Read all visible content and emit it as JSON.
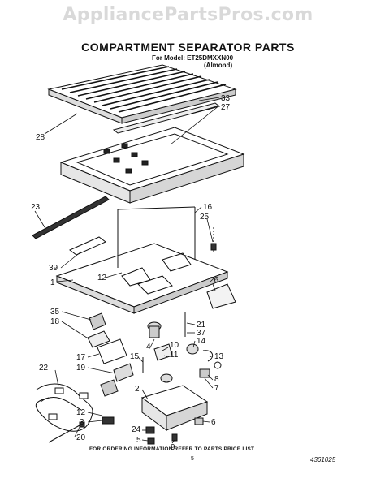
{
  "watermark": "AppliancePartsPros.com",
  "title": "COMPARTMENT SEPARATOR PARTS",
  "model_line1": "For Model: ET25DMXXN00",
  "model_line2": "(Almond)",
  "callouts": [
    "28",
    "33",
    "27",
    "23",
    "16",
    "25",
    "39",
    "12",
    "1",
    "26",
    "35",
    "18",
    "21",
    "37",
    "14",
    "4",
    "10",
    "11",
    "15",
    "13",
    "17",
    "19",
    "22",
    "8",
    "7",
    "2",
    "12",
    "3",
    "6",
    "24",
    "5",
    "20",
    "9"
  ],
  "footer": "FOR ORDERING INFORMATION REFER TO PARTS PRICE LIST",
  "page_number": "5",
  "doc_number": "4361025"
}
